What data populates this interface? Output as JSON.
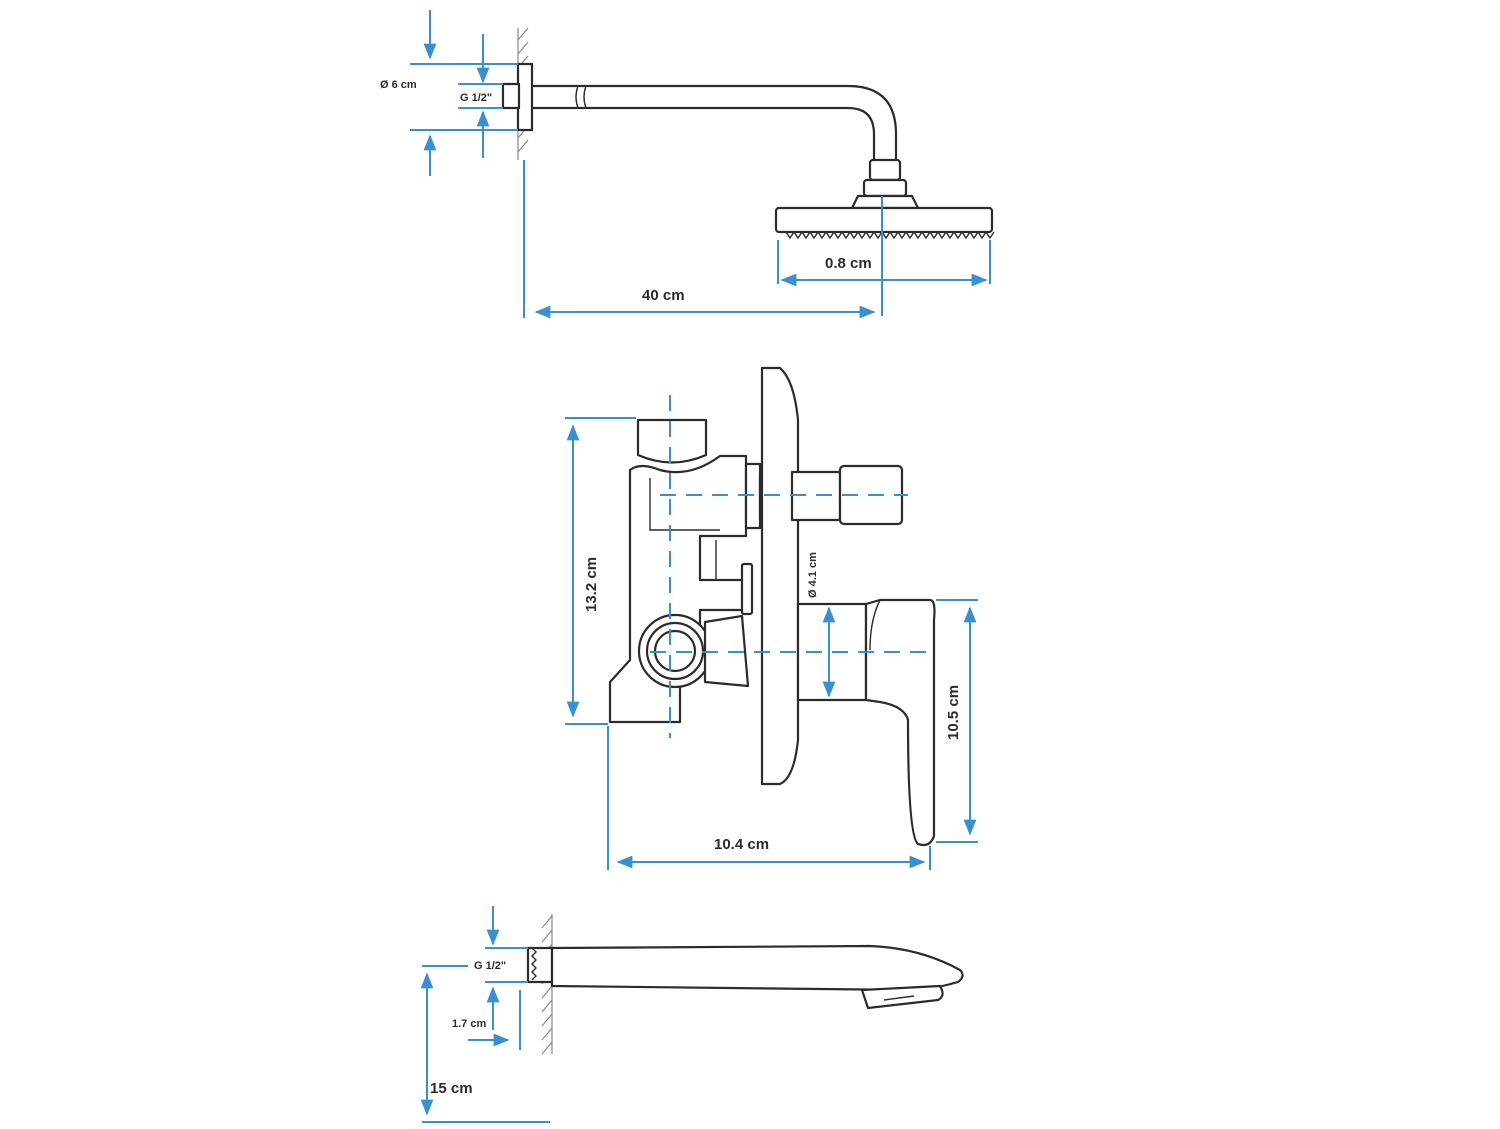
{
  "shower_head": {
    "flange_diameter": "Ø 6 cm",
    "thread_size": "G 1/2\"",
    "head_thickness": "0.8 cm",
    "arm_length": "40 cm"
  },
  "diverter_valve": {
    "body_height": "13.2 cm",
    "handle_diameter": "Ø 4.1 cm",
    "handle_height": "10.5 cm",
    "overall_depth": "10.4 cm"
  },
  "bath_spout": {
    "thread_size": "G 1/2\"",
    "thread_depth": "1.7 cm",
    "mount_height": "15 cm"
  },
  "colors": {
    "dimension": "#3a8fd0",
    "outline": "#2b2b2b",
    "hatch": "#8a8a8a"
  }
}
